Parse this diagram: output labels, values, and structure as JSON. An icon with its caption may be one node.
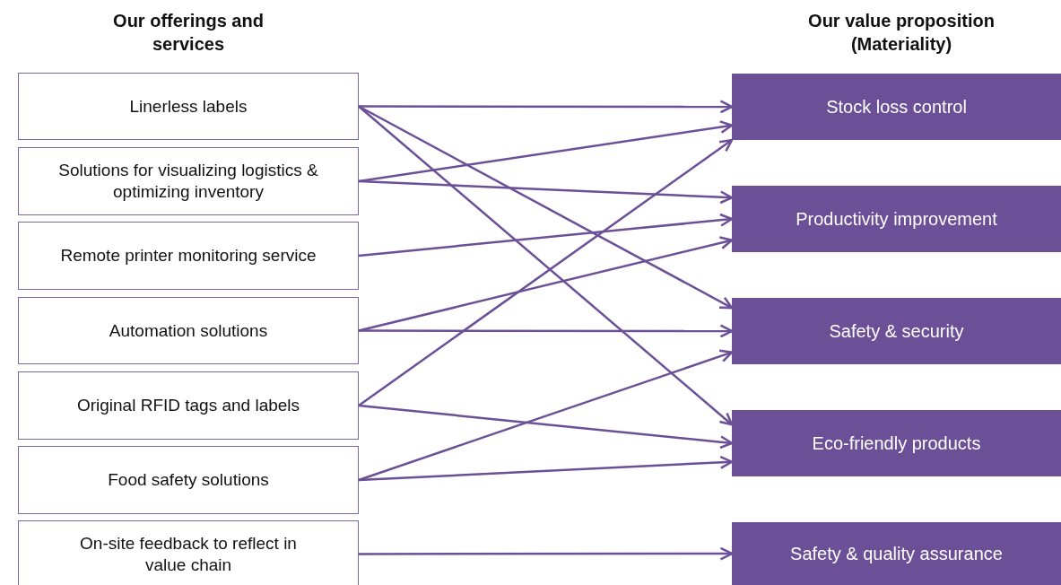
{
  "diagram": {
    "nodes": [
      {
        "text": [
          "Linerless labels"
        ]
      },
      {
        "text": [
          "Solutions for visualizing logistics & optimizing inventory"
        ]
      },
      {
        "text": [
          "Remote printer monitoring service"
        ]
      },
      {
        "text": [
          "Automation solutions"
        ]
      },
      {
        "text": [
          "Original RFID tags and labels"
        ]
      },
      {
        "text": [
          "Food safety solutions"
        ]
      },
      {
        "text": [
          "On-site feedback to reflect in value chain"
        ]
      },
      {
        "text": [
          "Stock loss control"
        ]
      },
      {
        "text": [
          "Productivity improvement"
        ]
      },
      {
        "text": [
          "Safety & security"
        ]
      },
      {
        "text": [
          "Eco-friendly products"
        ]
      },
      {
        "text": [
          "Safety & quality assurance"
        ]
      }
    ],
    "edges": [
      {
        "from": 0,
        "to": 7,
        "arrow": "to"
      },
      {
        "from": 0,
        "to": 9,
        "arrow": "to"
      },
      {
        "from": 0,
        "to": 10,
        "arrow": "to"
      },
      {
        "from": 1,
        "to": 7,
        "arrow": "to"
      },
      {
        "from": 1,
        "to": 8,
        "arrow": "to"
      },
      {
        "from": 2,
        "to": 8,
        "arrow": "to"
      },
      {
        "from": 3,
        "to": 8,
        "arrow": "to"
      },
      {
        "from": 3,
        "to": 9,
        "arrow": "to"
      },
      {
        "from": 4,
        "to": 7,
        "arrow": "to"
      },
      {
        "from": 4,
        "to": 10,
        "arrow": "to"
      },
      {
        "from": 5,
        "to": 9,
        "arrow": "to"
      },
      {
        "from": 5,
        "to": 10,
        "arrow": "to"
      },
      {
        "from": 6,
        "to": 11,
        "arrow": "to"
      }
    ],
    "labels": [
      "Our offerings and services",
      "Our value proposition (Materiality)"
    ]
  }
}
